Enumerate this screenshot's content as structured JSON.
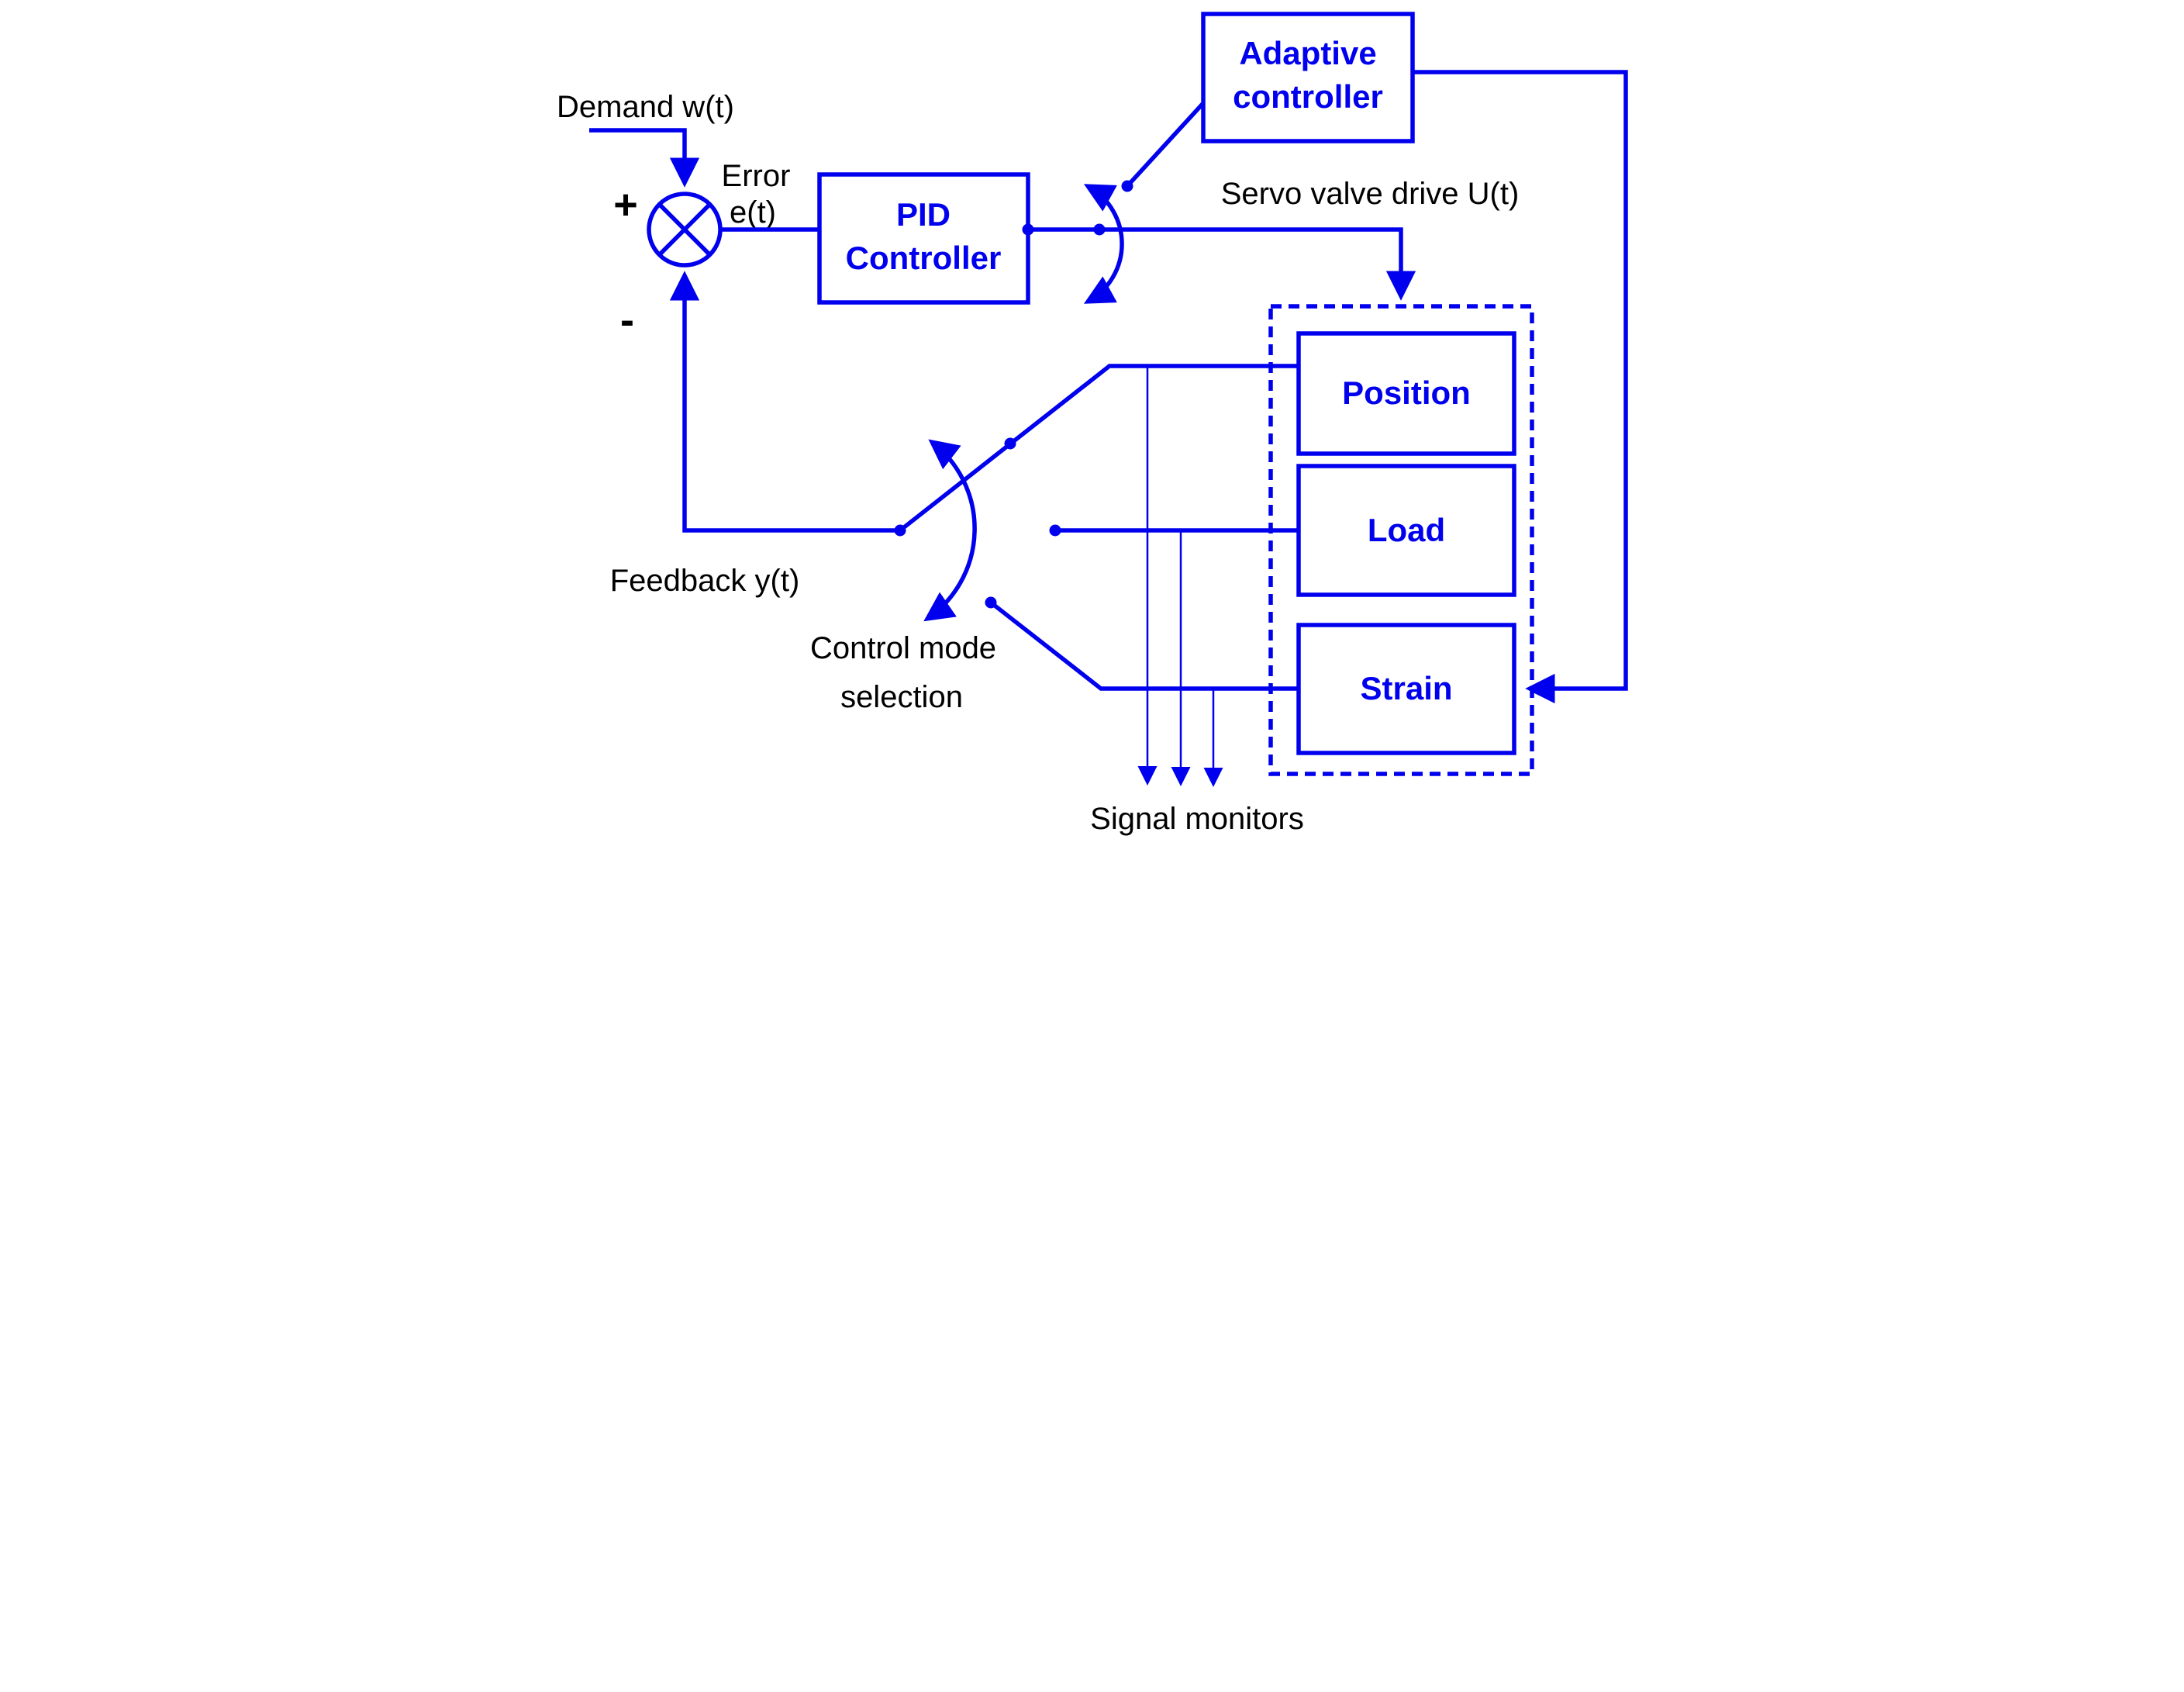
{
  "diagram": {
    "type": "control-system-block-diagram",
    "colors": {
      "line": "#0000ee",
      "text": "#000000",
      "background": "#ffffff"
    },
    "labels": {
      "demand": "Demand w(t)",
      "plus": "+",
      "minus": "-",
      "error_line1": "Error",
      "error_line2": "e(t)",
      "servo": "Servo valve drive U(t)",
      "feedback": "Feedback y(t)",
      "mode_line1": "Control mode",
      "mode_line2": "selection",
      "monitors": "Signal monitors"
    },
    "blocks": {
      "pid_line1": "PID",
      "pid_line2": "Controller",
      "adaptive_line1": "Adaptive",
      "adaptive_line2": "controller",
      "position": "Position",
      "load": "Load",
      "strain": "Strain"
    },
    "symbols": {
      "summing_junction": "circle-with-x",
      "pid_output_switch": "rotary-switch-arc",
      "control_mode_switch": "rotary-switch-arc",
      "signal_monitor_count": 3
    }
  }
}
